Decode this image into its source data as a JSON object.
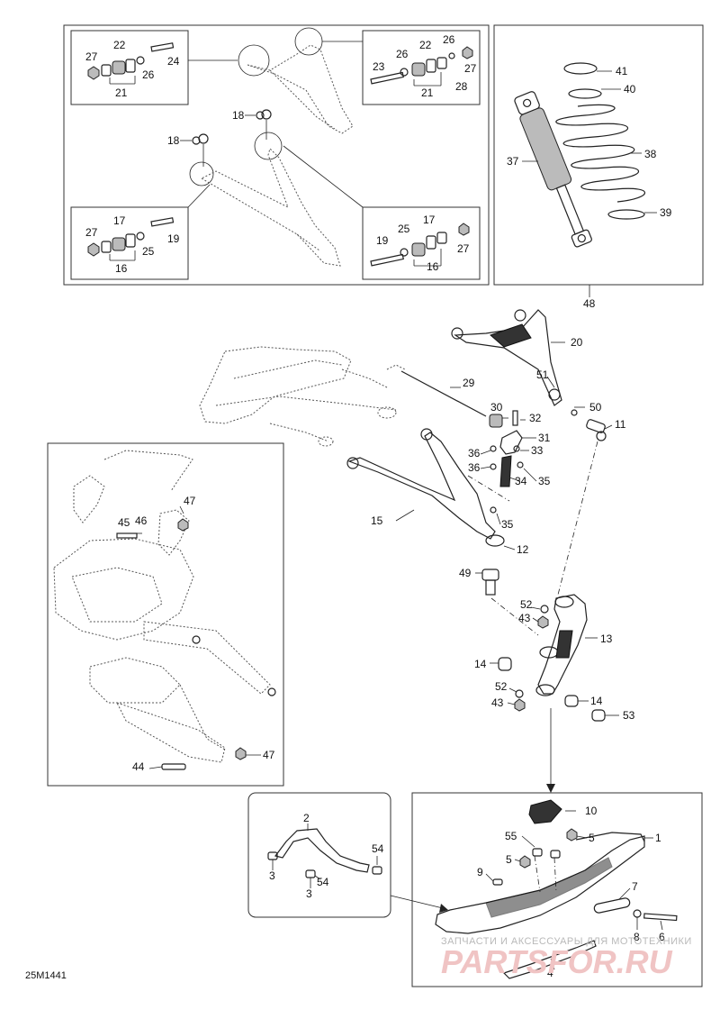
{
  "diagram_code": "25M1441",
  "watermark": {
    "line1": "ЗАПЧАСТИ И АКСЕССУАРЫ ДЛЯ МОТОТЕХНИКИ",
    "line2": "PARTSFOR.RU"
  },
  "labels": {
    "n1": "1",
    "n2": "2",
    "n3a": "3",
    "n3b": "3",
    "n4": "4",
    "n5a": "5",
    "n5b": "5",
    "n6": "6",
    "n7": "7",
    "n8": "8",
    "n9": "9",
    "n10": "10",
    "n11": "11",
    "n12": "12",
    "n13": "13",
    "n14a": "14",
    "n14b": "14",
    "n15": "15",
    "n16a": "16",
    "n16b": "16",
    "n17a": "17",
    "n17b": "17",
    "n18a": "18",
    "n18b": "18",
    "n19a": "19",
    "n19b": "19",
    "n20": "20",
    "n21a": "21",
    "n21b": "21",
    "n22a": "22",
    "n22b": "22",
    "n23": "23",
    "n24": "24",
    "n25a": "25",
    "n25b": "25",
    "n26a": "26",
    "n26b": "26",
    "n26c": "26",
    "n27a": "27",
    "n27b": "27",
    "n27c": "27",
    "n27d": "27",
    "n28": "28",
    "n29": "29",
    "n30": "30",
    "n31": "31",
    "n32": "32",
    "n33": "33",
    "n34": "34",
    "n35a": "35",
    "n35b": "35",
    "n36a": "36",
    "n36b": "36",
    "n37": "37",
    "n38": "38",
    "n39": "39",
    "n40": "40",
    "n41": "41",
    "n43a": "43",
    "n43b": "43",
    "n44": "44",
    "n45": "45",
    "n46": "46",
    "n47a": "47",
    "n47b": "47",
    "n48": "48",
    "n49": "49",
    "n50": "50",
    "n51": "51",
    "n52a": "52",
    "n52b": "52",
    "n53": "53",
    "n54a": "54",
    "n54b": "54",
    "n55": "55"
  }
}
